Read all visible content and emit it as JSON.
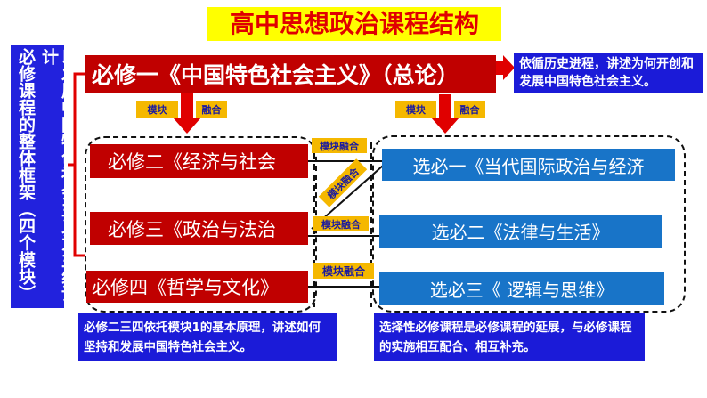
{
  "title": "高中思想政治课程结构",
  "left_panel": {
    "col_right": "以发展中国特色社会主义为主线设计",
    "col_left": "必修课程的整体框架（四个模块）"
  },
  "compulsory": {
    "one": "必修一《中国特色社会主义》（总论）",
    "two": "必修二《经济与社会",
    "three": "必修三《政治与法治",
    "four": "必修四《哲学与文化》"
  },
  "elective": {
    "one": "选必一《当代国际政治与经济",
    "two": "选必二《法律与生活》",
    "three": "选必三《 逻辑与思维》"
  },
  "top_note": "依循历史进程，讲述为何开创和发展中国特色社会主义。",
  "arrow_labels": {
    "left_a": "模块",
    "left_b": "融合",
    "right_a": "模块",
    "right_b": "融合"
  },
  "link_tags": [
    "模块融合",
    "模块融合",
    "模块融合",
    "模块融合"
  ],
  "bottom_left": "必修二三四依托模块1的基本原理，讲述如何坚持和发展中国特色社会主义。",
  "bottom_right": "选择性必修课程是必修课程的延展，与必修课程的实施相互配合、相互补充。"
}
